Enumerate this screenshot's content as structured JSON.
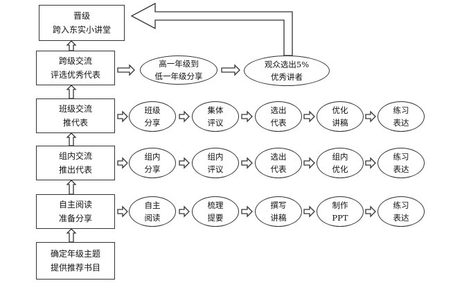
{
  "top_box": {
    "line1": "晋级",
    "line2": "跨入东实小讲堂"
  },
  "rows": [
    {
      "box": {
        "line1": "跨级交流",
        "line2": "评选优秀代表"
      },
      "steps": [
        {
          "line1": "高一年级到",
          "line2": "低一年级分享"
        },
        {
          "line1": "观众选出5%",
          "line2": "优秀讲者"
        }
      ]
    },
    {
      "box": {
        "line1": "班级交流",
        "line2": "推代表"
      },
      "steps": [
        {
          "line1": "班级",
          "line2": "分享"
        },
        {
          "line1": "集体",
          "line2": "评议"
        },
        {
          "line1": "选出",
          "line2": "代表"
        },
        {
          "line1": "优化",
          "line2": "讲稿"
        },
        {
          "line1": "练习",
          "line2": "表达"
        }
      ]
    },
    {
      "box": {
        "line1": "组内交流",
        "line2": "推出代表"
      },
      "steps": [
        {
          "line1": "组内",
          "line2": "分享"
        },
        {
          "line1": "组内",
          "line2": "评议"
        },
        {
          "line1": "选出",
          "line2": "代表"
        },
        {
          "line1": "组内",
          "line2": "优化"
        },
        {
          "line1": "练习",
          "line2": "表达"
        }
      ]
    },
    {
      "box": {
        "line1": "自主阅读",
        "line2": "准备分享"
      },
      "steps": [
        {
          "line1": "自主",
          "line2": "阅读"
        },
        {
          "line1": "梳理",
          "line2": "提要"
        },
        {
          "line1": "撰写",
          "line2": "讲稿"
        },
        {
          "line1": "制作",
          "line2": "PPT"
        },
        {
          "line1": "练习",
          "line2": "表达"
        }
      ]
    }
  ],
  "bottom_box": {
    "line1": "确定年级主题",
    "line2": "提供推荐书目"
  }
}
